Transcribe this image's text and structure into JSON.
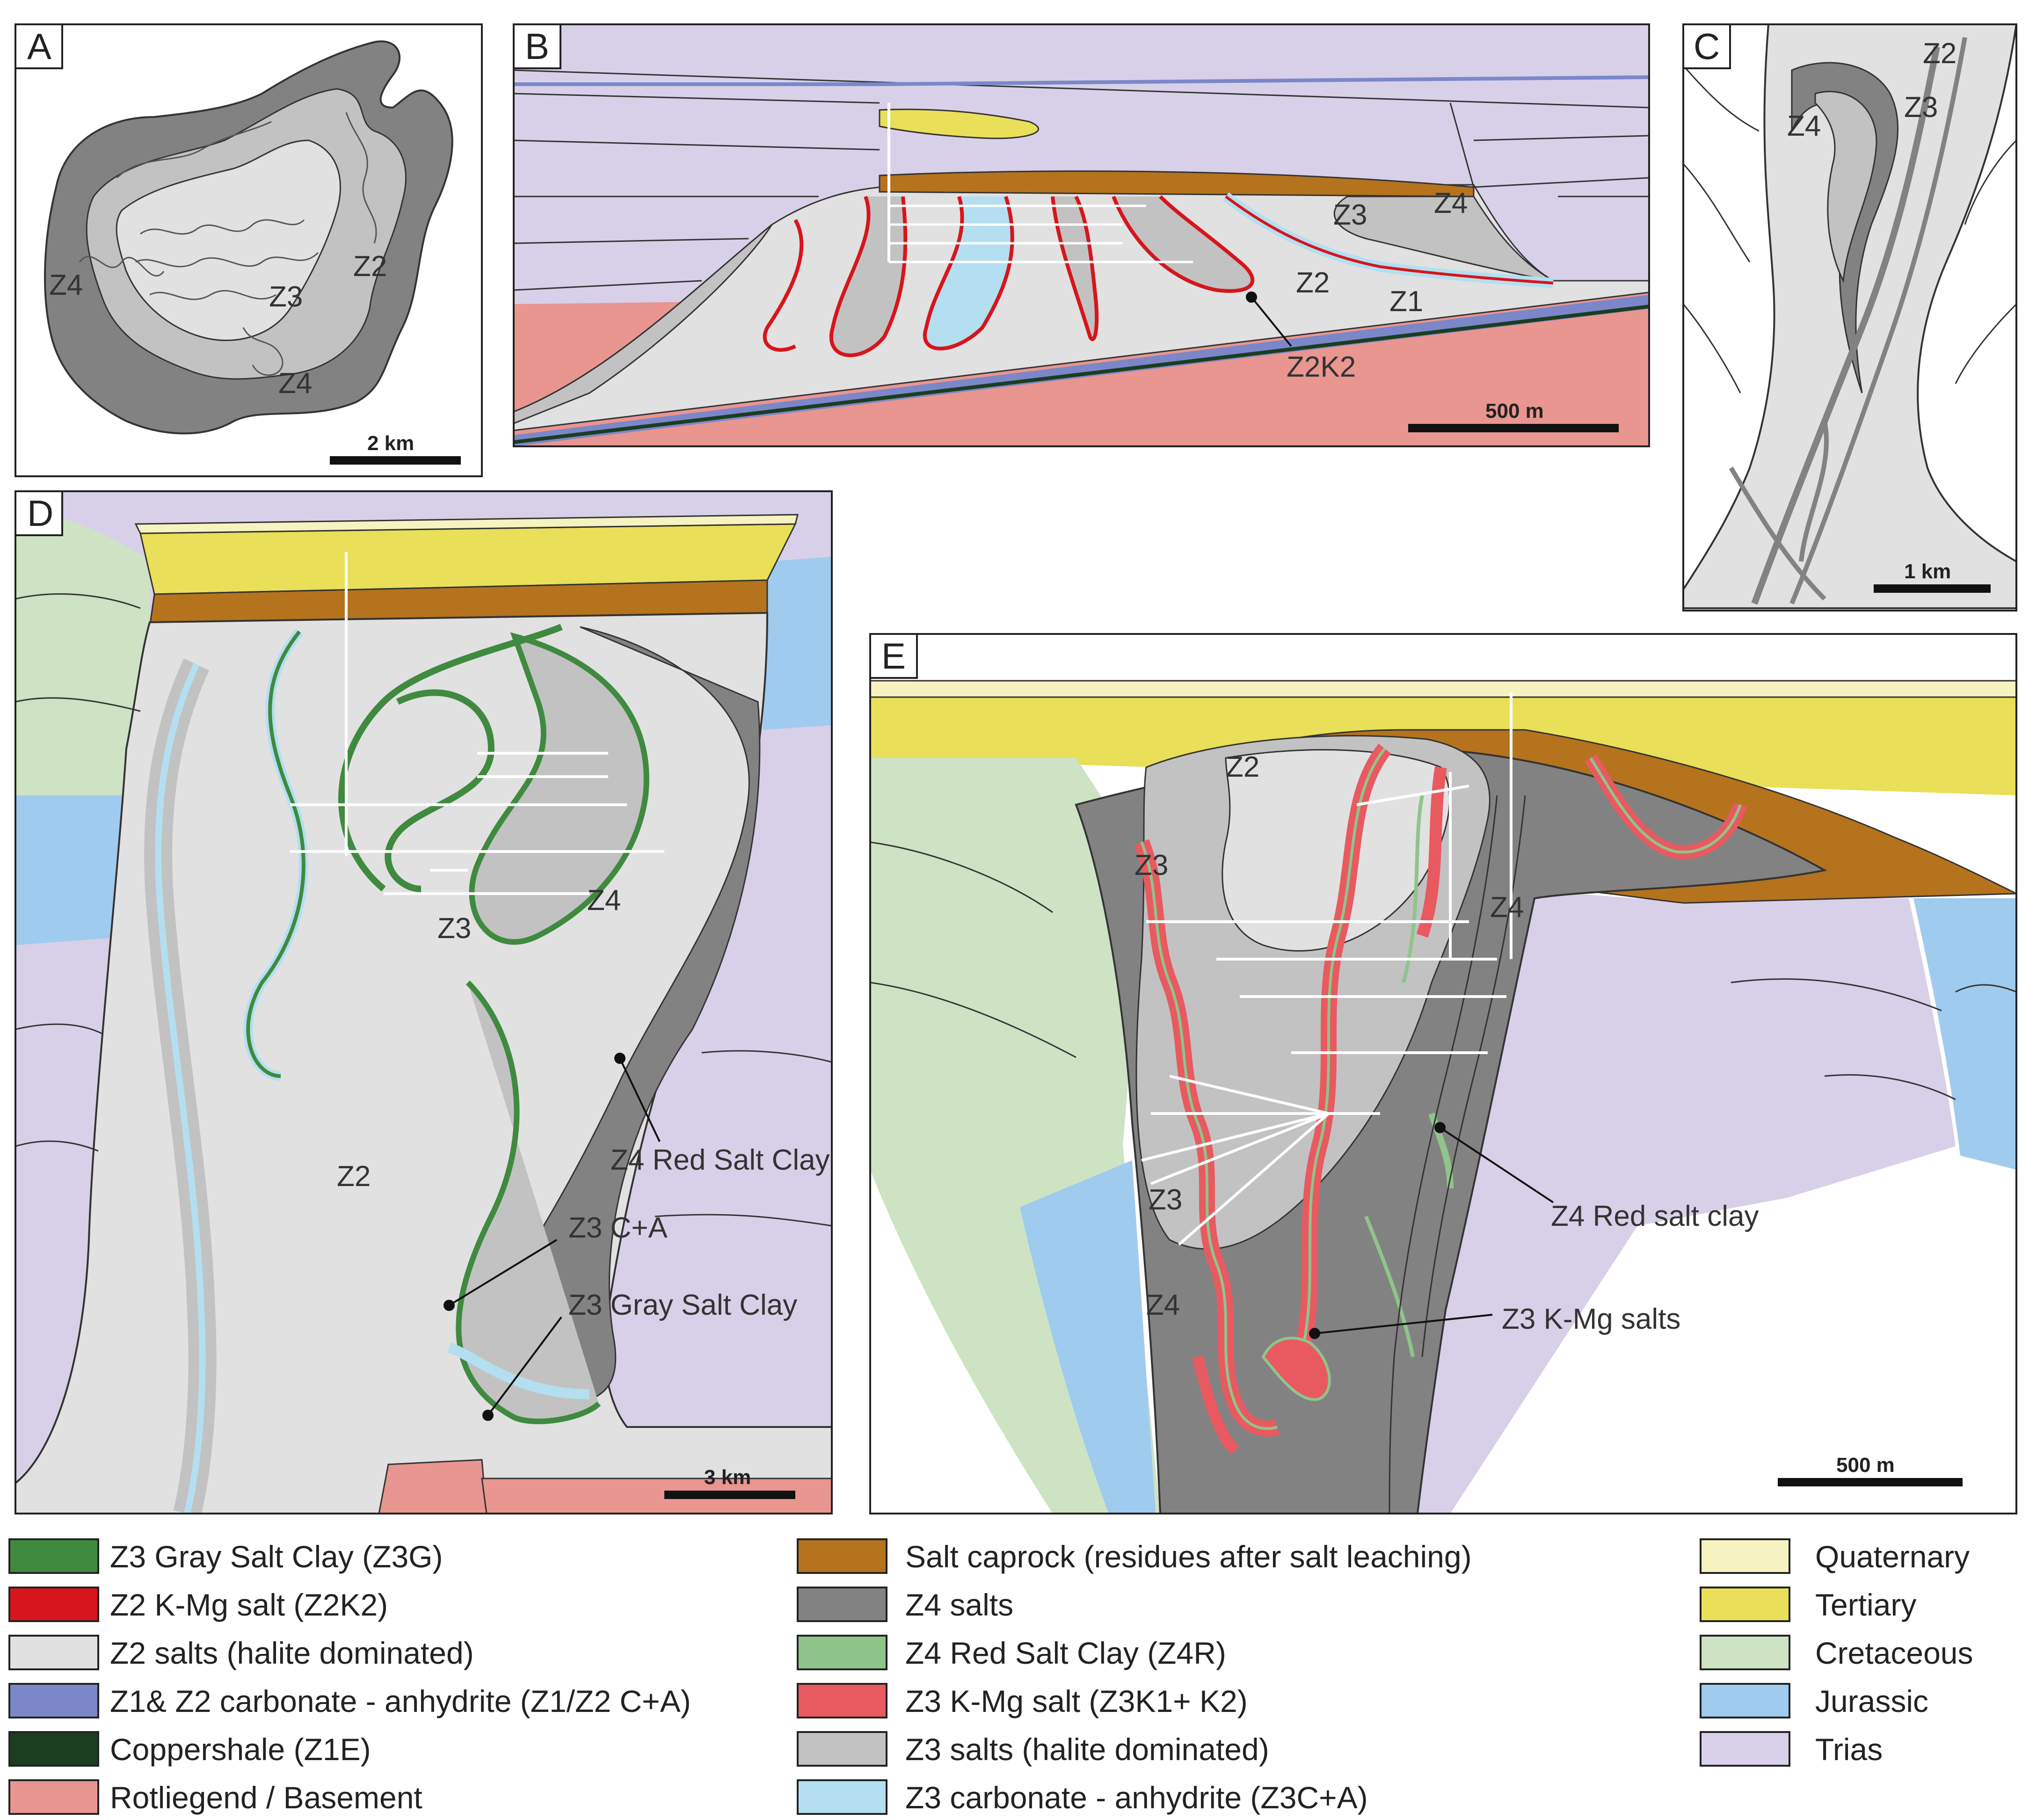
{
  "colors": {
    "z3_gray_salt_clay": "#3f8a3f",
    "z2_kmg_salt": "#d7151c",
    "z2_salts": "#e1e1e1",
    "z1_z2_carbonate": "#7b87c9",
    "coppershale": "#1b3d20",
    "rotliegend": "#e99590",
    "salt_caprock": "#b5731e",
    "z4_salts": "#828282",
    "z4_red_salt_clay": "#8fc48b",
    "z3_kmg_salt": "#e85a60",
    "z3_salts": "#c2c2c2",
    "z3_carbonate": "#b3dff0",
    "quaternary": "#f6f3c0",
    "tertiary": "#e9df58",
    "cretaceous": "#cde3c4",
    "jurassic": "#9fcbee",
    "trias": "#d8d0e8"
  },
  "panels": {
    "a": {
      "letter": "A",
      "labels": {
        "z4_left": "Z4",
        "z2": "Z2",
        "z3": "Z3",
        "z4_bottom": "Z4"
      },
      "scale": "2 km"
    },
    "b": {
      "letter": "B",
      "labels": {
        "z3": "Z3",
        "z4": "Z4",
        "z2": "Z2",
        "z1": "Z1"
      },
      "annotation": "Z2K2",
      "scale": "500 m"
    },
    "c": {
      "letter": "C",
      "labels": {
        "z2": "Z2",
        "z3": "Z3",
        "z4": "Z4"
      },
      "scale": "1 km"
    },
    "d": {
      "letter": "D",
      "labels": {
        "z4": "Z4",
        "z3": "Z3",
        "z2": "Z2"
      },
      "annotations": {
        "z4_red_salt_clay": "Z4 Red Salt Clay",
        "z3_ca": "Z3 C+A",
        "z3_gray_salt_clay": "Z3 Gray Salt Clay"
      },
      "scale": "3 km"
    },
    "e": {
      "letter": "E",
      "labels": {
        "z2": "Z2",
        "z3_top": "Z3",
        "z4_right": "Z4",
        "z3_bottom": "Z3",
        "z4_bottom": "Z4"
      },
      "annotations": {
        "z4_red_salt_clay": "Z4 Red salt clay",
        "z3_kmg_salts": "Z3 K-Mg salts"
      },
      "scale": "500 m"
    }
  },
  "legend": {
    "col1": [
      {
        "label": "Z3 Gray Salt Clay (Z3G)",
        "color": "#3f8a3f"
      },
      {
        "label": "Z2 K-Mg salt (Z2K2)",
        "color": "#d7151c"
      },
      {
        "label": "Z2 salts (halite dominated)",
        "color": "#e1e1e1"
      },
      {
        "label": "Z1& Z2 carbonate - anhydrite (Z1/Z2 C+A)",
        "color": "#7b87c9"
      },
      {
        "label": "Coppershale (Z1E)",
        "color": "#1b3d20"
      },
      {
        "label": "Rotliegend / Basement",
        "color": "#e99590"
      }
    ],
    "col2": [
      {
        "label": "Salt caprock (residues after salt leaching)",
        "color": "#b5731e"
      },
      {
        "label": "Z4 salts",
        "color": "#828282"
      },
      {
        "label": "Z4 Red Salt Clay (Z4R)",
        "color": "#8fc48b"
      },
      {
        "label": "Z3 K-Mg salt (Z3K1+ K2)",
        "color": "#e85a60"
      },
      {
        "label": "Z3 salts (halite dominated)",
        "color": "#c2c2c2"
      },
      {
        "label": "Z3 carbonate - anhydrite (Z3C+A)",
        "color": "#b3dff0"
      }
    ],
    "col3": [
      {
        "label": "Quaternary",
        "color": "#f6f3c0"
      },
      {
        "label": "Tertiary",
        "color": "#e9df58"
      },
      {
        "label": "Cretaceous",
        "color": "#cde3c4"
      },
      {
        "label": "Jurassic",
        "color": "#9fcbee"
      },
      {
        "label": "Trias",
        "color": "#d8d0e8"
      }
    ]
  }
}
